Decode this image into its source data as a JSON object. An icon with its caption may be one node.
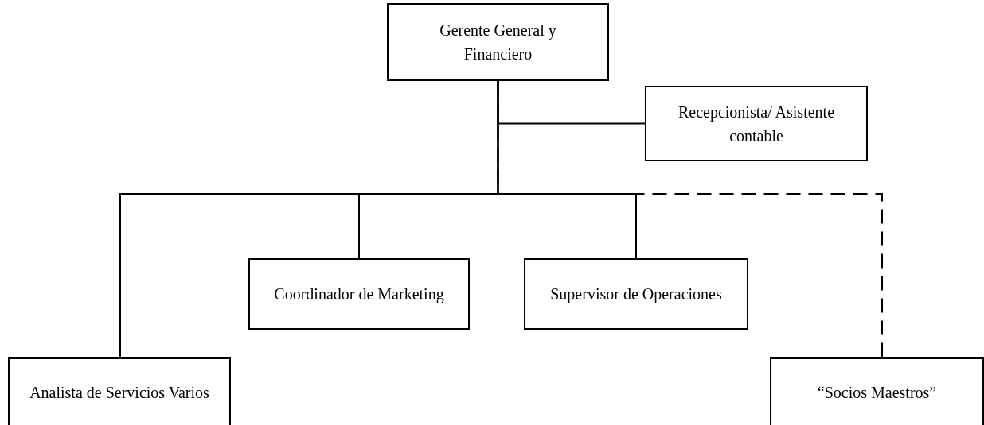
{
  "diagram": {
    "nodes": [
      {
        "text": [
          "Gerente General y Financiero"
        ]
      },
      {
        "text": [
          "Recepcionista/ Asistente contable"
        ]
      },
      {
        "text": [
          "Coordinador de Marketing"
        ]
      },
      {
        "text": [
          "Supervisor de Operaciones"
        ]
      },
      {
        "text": [
          "Analista de Servicios Varios"
        ]
      },
      {
        "text": [
          "“Socios Maestros”"
        ]
      }
    ],
    "edges": [
      {
        "from": 0,
        "to": 1,
        "arrow": "none"
      },
      {
        "from": 0,
        "to": 4,
        "arrow": "none"
      },
      {
        "from": 0,
        "to": 2,
        "arrow": "none"
      },
      {
        "from": 0,
        "to": 3,
        "arrow": "none"
      },
      {
        "from": 0,
        "to": 5,
        "arrow": "none",
        "style": "dashed"
      }
    ]
  }
}
